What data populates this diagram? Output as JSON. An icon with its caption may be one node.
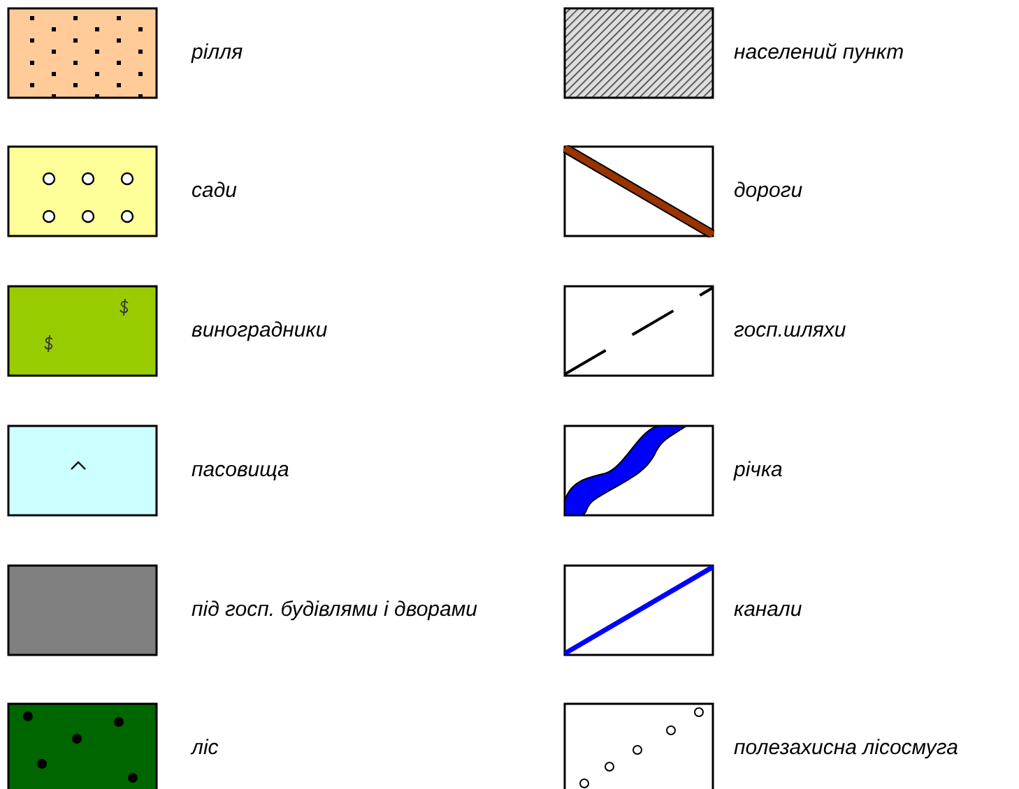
{
  "diagram": {
    "legend": [
      {
        "text": "рілля"
      },
      {
        "text": "сади"
      },
      {
        "text": "виноградники"
      },
      {
        "text": "пасовища"
      },
      {
        "text": "під госп. будівлями і дворами",
        "color": "#808080"
      },
      {
        "text": "ліс"
      },
      {
        "text": "населений пункт"
      },
      {
        "text": "дороги"
      },
      {
        "text": "госп.шляхи"
      },
      {
        "text": "річка"
      },
      {
        "text": "канали"
      },
      {
        "text": "полезахисна лісосмуга"
      }
    ]
  }
}
